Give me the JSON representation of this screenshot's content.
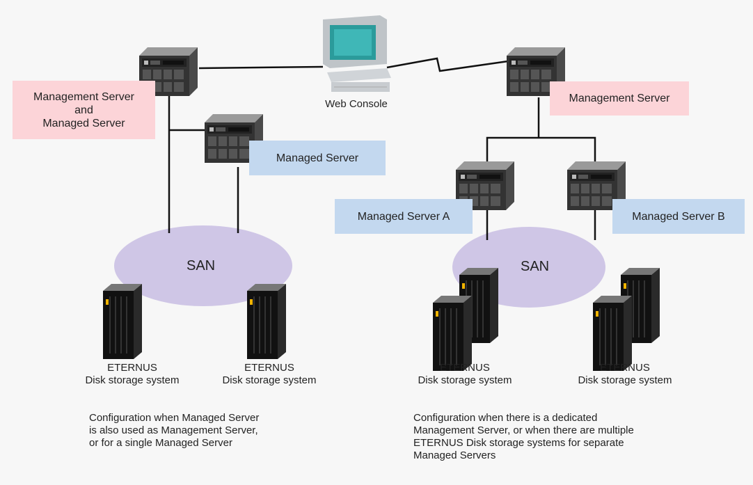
{
  "left": {
    "mgmt_managed_server": "Management Server\nand\nManaged Server",
    "managed_server": "Managed Server",
    "san": "SAN",
    "storage_1": "ETERNUS\nDisk storage system",
    "storage_2": "ETERNUS\nDisk storage system",
    "caption": "Configuration when Managed Server\nis also used as Management Server,\nor for a single Managed Server"
  },
  "center": {
    "web_console": "Web Console"
  },
  "right": {
    "management_server": "Management Server",
    "managed_server_a": "Managed Server A",
    "managed_server_b": "Managed Server B",
    "san": "SAN",
    "storage_1": "ETERNUS\nDisk storage system",
    "storage_2": "ETERNUS\nDisk storage system",
    "caption": "Configuration when there is a dedicated\nManagement Server, or when there are multiple\nETERNUS Disk storage systems for separate\nManaged Servers"
  },
  "colors": {
    "management_box": "#fcd4d8",
    "managed_box": "#c3d8ef",
    "san_ellipse": "#cfc6e6",
    "background": "#f7f7f7"
  },
  "icons": [
    "server-icon",
    "monitor-icon",
    "storage-tower-icon"
  ]
}
